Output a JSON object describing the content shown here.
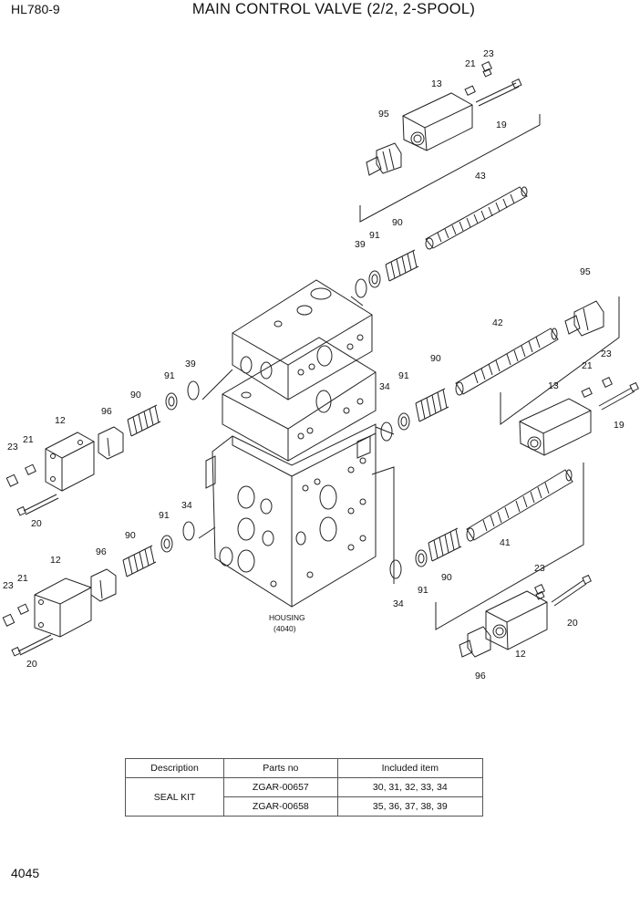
{
  "header": {
    "model": "HL780-9",
    "title": "MAIN CONTROL VALVE (2/2, 2-SPOOL)"
  },
  "callouts": {
    "c23a": "23",
    "c21a": "21",
    "c13a": "13",
    "c19a": "19",
    "c95a": "95",
    "c43": "43",
    "c90a": "90",
    "c91a": "91",
    "c39a": "39",
    "c95b": "95",
    "c42": "42",
    "c39b": "39",
    "c91b": "91",
    "c90b": "90",
    "c96a": "96",
    "c12a": "12",
    "c23b": "23",
    "c21b": "21",
    "c20a": "20",
    "c34a": "34",
    "c91c": "91",
    "c90c": "90",
    "c23c": "23",
    "c21c": "21",
    "c13b": "13",
    "c19b": "19",
    "c34b": "34",
    "c91d": "91",
    "c90d": "90",
    "c96b": "96",
    "c12b": "12",
    "c23d": "23",
    "c21d": "21",
    "c20b": "20",
    "c41": "41",
    "c23e": "23",
    "c20c": "20",
    "c34c": "34",
    "c91e": "91",
    "c90e": "90",
    "c12c": "12",
    "c96c": "96"
  },
  "housing": {
    "label": "HOUSING",
    "code": "(4040)"
  },
  "kit_table": {
    "headers": {
      "description": "Description",
      "parts_no": "Parts no",
      "included": "Included item"
    },
    "description": "SEAL KIT",
    "rows": [
      {
        "parts_no": "ZGAR-00657",
        "included": "30, 31, 32, 33, 34"
      },
      {
        "parts_no": "ZGAR-00658",
        "included": "35, 36, 37, 38, 39"
      }
    ]
  },
  "page_number": "4045"
}
